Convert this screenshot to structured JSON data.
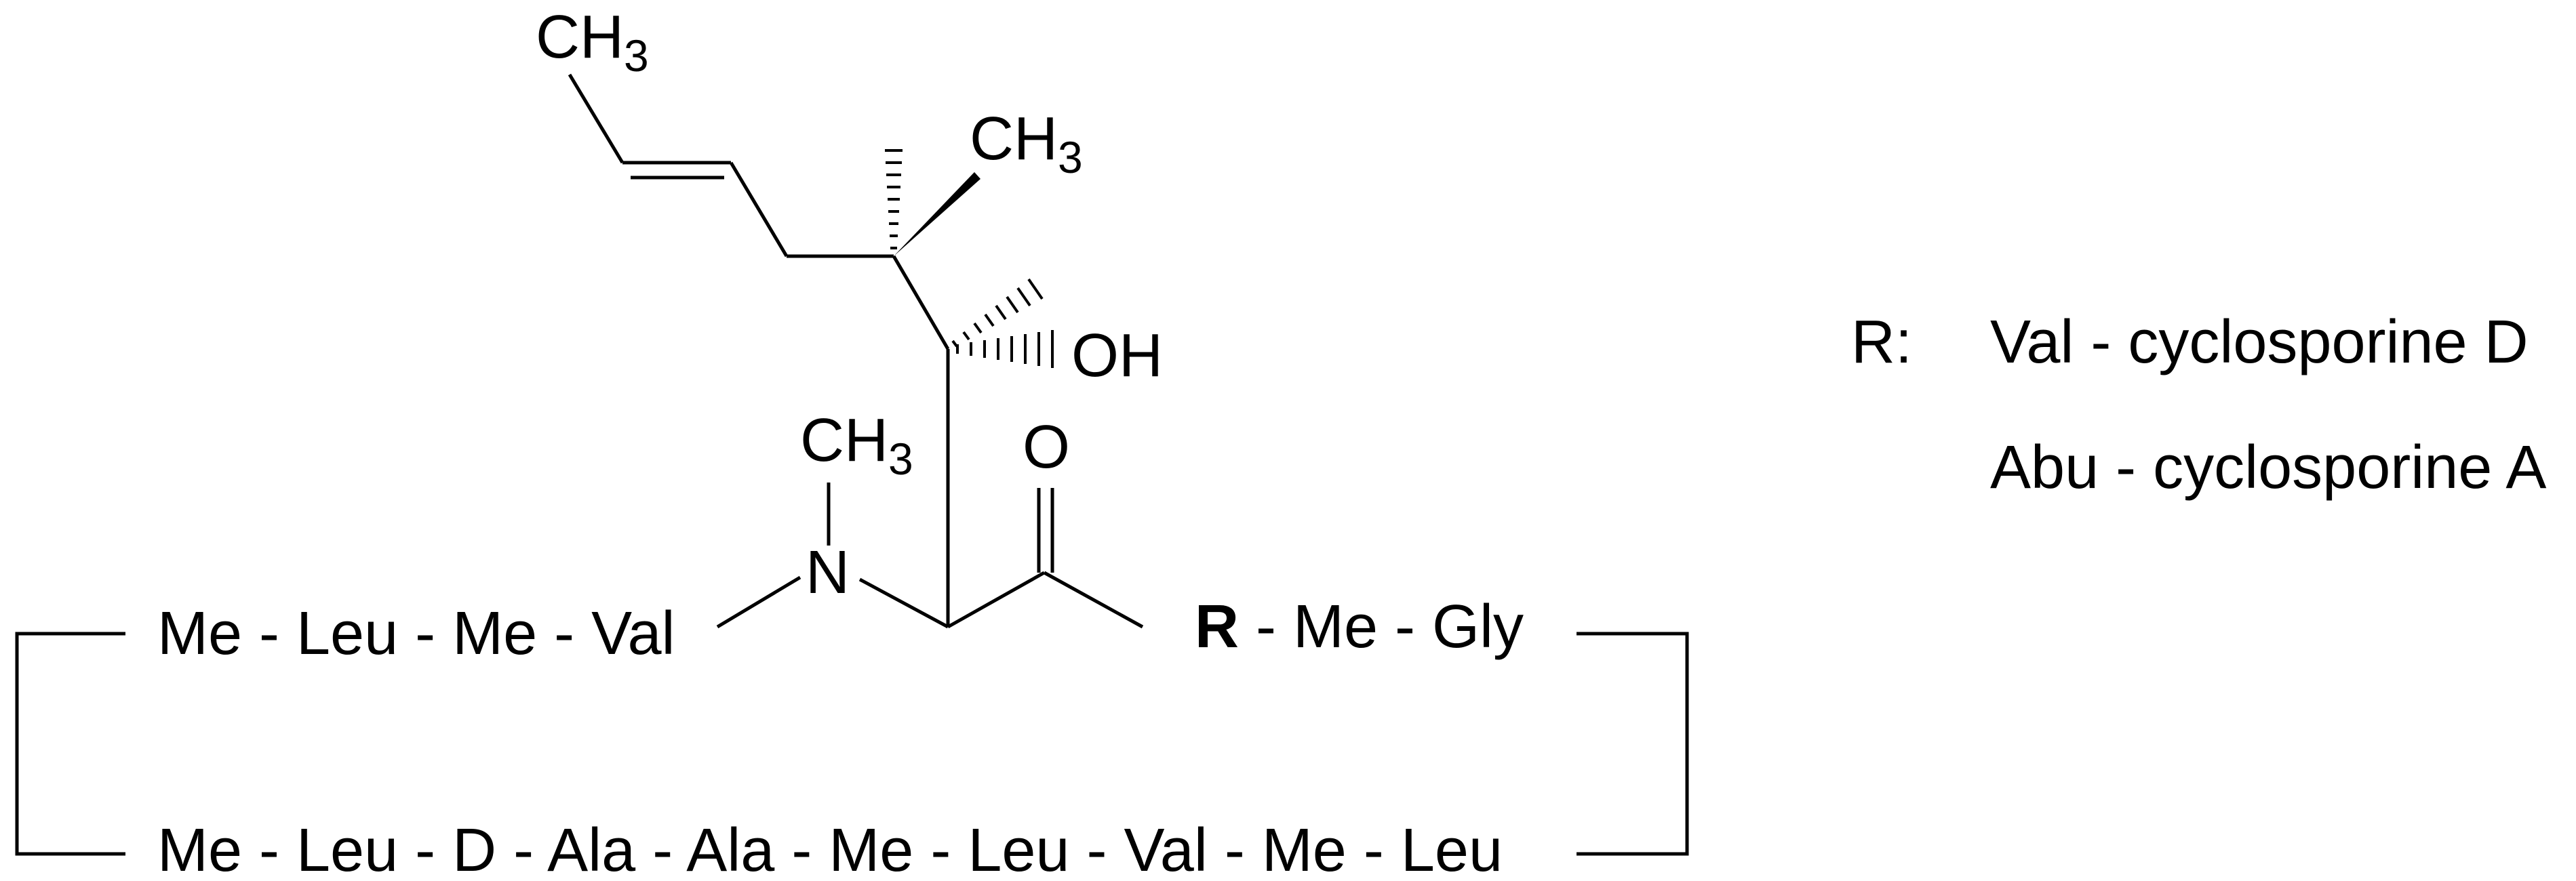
{
  "structure": {
    "top_methyl": "CH",
    "top_methyl_sub": "3",
    "quaternary_methyl": "CH",
    "quaternary_methyl_sub": "3",
    "hydroxyl": "OH",
    "n_methyl": "CH",
    "n_methyl_sub": "3",
    "nitrogen": "N",
    "carbonyl_oxygen": "O",
    "chain_left": "Me - Leu - Me - Val",
    "r_group": "R",
    "chain_right": " - Me - Gly",
    "chain_bottom": "Me - Leu - D - Ala - Ala - Me - Leu - Val - Me - Leu"
  },
  "legend": {
    "r_label": "R:",
    "entries": [
      "Val - cyclosporine D",
      "Abu - cyclosporine A"
    ]
  },
  "colors": {
    "ink": "#000000",
    "background": "#ffffff"
  }
}
